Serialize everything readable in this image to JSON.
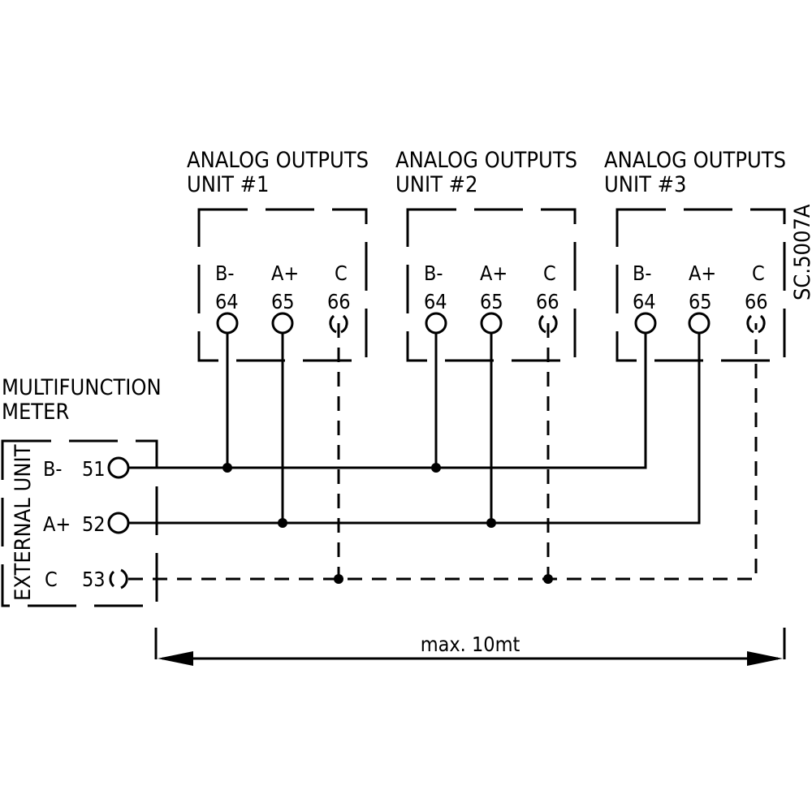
{
  "diagram": {
    "drawing_code": "SC.5007A",
    "meter": {
      "title_line1": "MULTIFUNCTION",
      "title_line2": "METER",
      "side_label": "EXTERNAL UNIT",
      "terminals": [
        {
          "signal": "B-",
          "number": "51"
        },
        {
          "signal": "A+",
          "number": "52"
        },
        {
          "signal": "C",
          "number": "53"
        }
      ]
    },
    "units": [
      {
        "title_line1": "ANALOG OUTPUTS",
        "title_line2": "UNIT #1",
        "terminals": [
          {
            "signal": "B-",
            "number": "64"
          },
          {
            "signal": "A+",
            "number": "65"
          },
          {
            "signal": "C",
            "number": "66"
          }
        ]
      },
      {
        "title_line1": "ANALOG OUTPUTS",
        "title_line2": "UNIT #2",
        "terminals": [
          {
            "signal": "B-",
            "number": "64"
          },
          {
            "signal": "A+",
            "number": "65"
          },
          {
            "signal": "C",
            "number": "66"
          }
        ]
      },
      {
        "title_line1": "ANALOG OUTPUTS",
        "title_line2": "UNIT #3",
        "terminals": [
          {
            "signal": "B-",
            "number": "64"
          },
          {
            "signal": "A+",
            "number": "65"
          },
          {
            "signal": "C",
            "number": "66"
          }
        ]
      }
    ],
    "dimension_label": "max. 10mt",
    "connections": [
      {
        "from": "51",
        "to": "64",
        "signal": "B-",
        "style": "solid"
      },
      {
        "from": "52",
        "to": "65",
        "signal": "A+",
        "style": "solid"
      },
      {
        "from": "53",
        "to": "66",
        "signal": "C",
        "style": "dashed"
      }
    ]
  }
}
